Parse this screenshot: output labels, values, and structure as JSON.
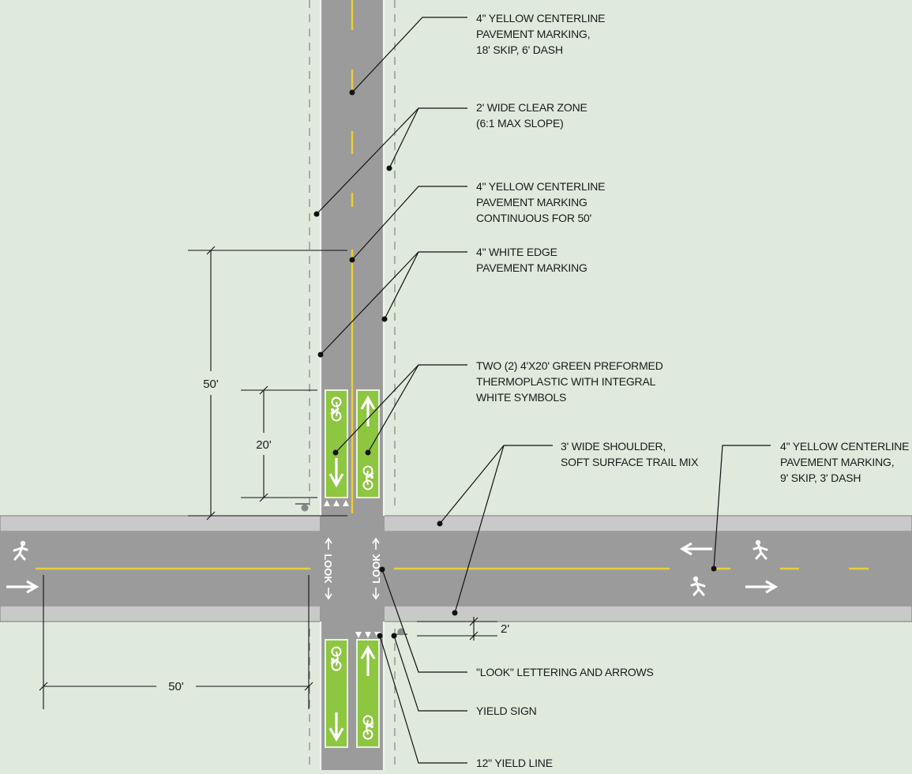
{
  "labels": {
    "centerline_skip_18": [
      "4\" YELLOW CENTERLINE",
      "PAVEMENT MARKING,",
      "18' SKIP, 6' DASH"
    ],
    "clear_zone": [
      "2' WIDE CLEAR ZONE",
      "(6:1 MAX SLOPE)"
    ],
    "centerline_continuous": [
      "4\" YELLOW CENTERLINE",
      "PAVEMENT MARKING",
      "CONTINUOUS FOR 50'"
    ],
    "white_edge": [
      "4\" WHITE EDGE",
      "PAVEMENT MARKING"
    ],
    "green_thermoplastic": [
      "TWO (2) 4'X20' GREEN PREFORMED",
      "THERMOPLASTIC WITH INTEGRAL",
      "WHITE SYMBOLS"
    ],
    "shoulder": [
      "3' WIDE SHOULDER,",
      "SOFT SURFACE TRAIL MIX"
    ],
    "centerline_skip_9": [
      "4\" YELLOW CENTERLINE",
      "PAVEMENT MARKING,",
      "9' SKIP, 3' DASH"
    ],
    "look_lettering": "\"LOOK\" LETTERING AND ARROWS",
    "yield_sign": "YIELD SIGN",
    "yield_line": "12\" YIELD LINE"
  },
  "dimensions": {
    "vertical_50": "50'",
    "vertical_20": "20'",
    "horizontal_50": "50'",
    "shoulder_2": "2'"
  },
  "look_text": "LOOK",
  "colors": {
    "background": "#dfeadd",
    "asphalt": "#9b9b9b",
    "shoulder": "#c9c9c9",
    "yellow_line": "#e6cf3a",
    "green_panel": "#8dc63f",
    "symbol": "#ffffff"
  },
  "icons": [
    "pedestrian-icon",
    "bicycle-icon",
    "arrow-icon",
    "yield-sign-icon"
  ]
}
